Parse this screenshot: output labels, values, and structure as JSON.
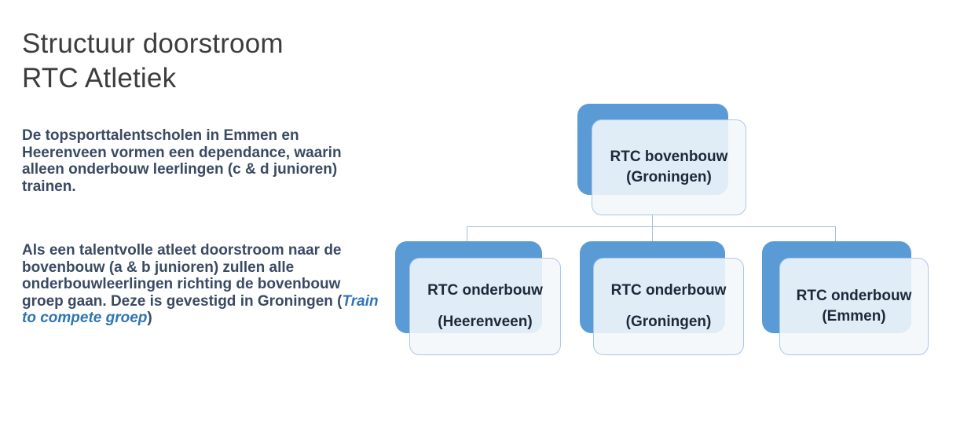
{
  "header": {
    "title_line1": "Structuur doorstroom",
    "title_line2": "RTC Atletiek"
  },
  "body": {
    "paragraph1": "De topsporttalentscholen in Emmen en Heerenveen vormen een dependance, waarin alleen onderbouw leerlingen (c & d junioren) trainen.",
    "paragraph2_text": "Als een talentvolle atleet doorstroom naar de bovenbouw (a & b junioren) zullen alle onderbouwleerlingen richting de bovenbouw groep gaan. Deze is gevestigd in Groningen (",
    "paragraph2_highlight": "Train to compete groep",
    "paragraph2_close": ")"
  },
  "diagram": {
    "root": {
      "line1": "RTC bovenbouw",
      "line2": "(Groningen)"
    },
    "children": [
      {
        "line1": "RTC onderbouw",
        "line2": "(Heerenveen)"
      },
      {
        "line1": "RTC onderbouw",
        "line2": "(Groningen)"
      },
      {
        "line1": "RTC onderbouw",
        "line2": "(Emmen)"
      }
    ]
  },
  "colors": {
    "accent_blue": "#5B9BD5",
    "node_fill": "#F3F7FB",
    "node_border": "#AAC8E8",
    "connector": "#A6BEDC",
    "title_text": "#3D3D3D",
    "body_text": "#3A4A63",
    "highlight_blue": "#2E75B6",
    "node_text": "#1F2839"
  }
}
